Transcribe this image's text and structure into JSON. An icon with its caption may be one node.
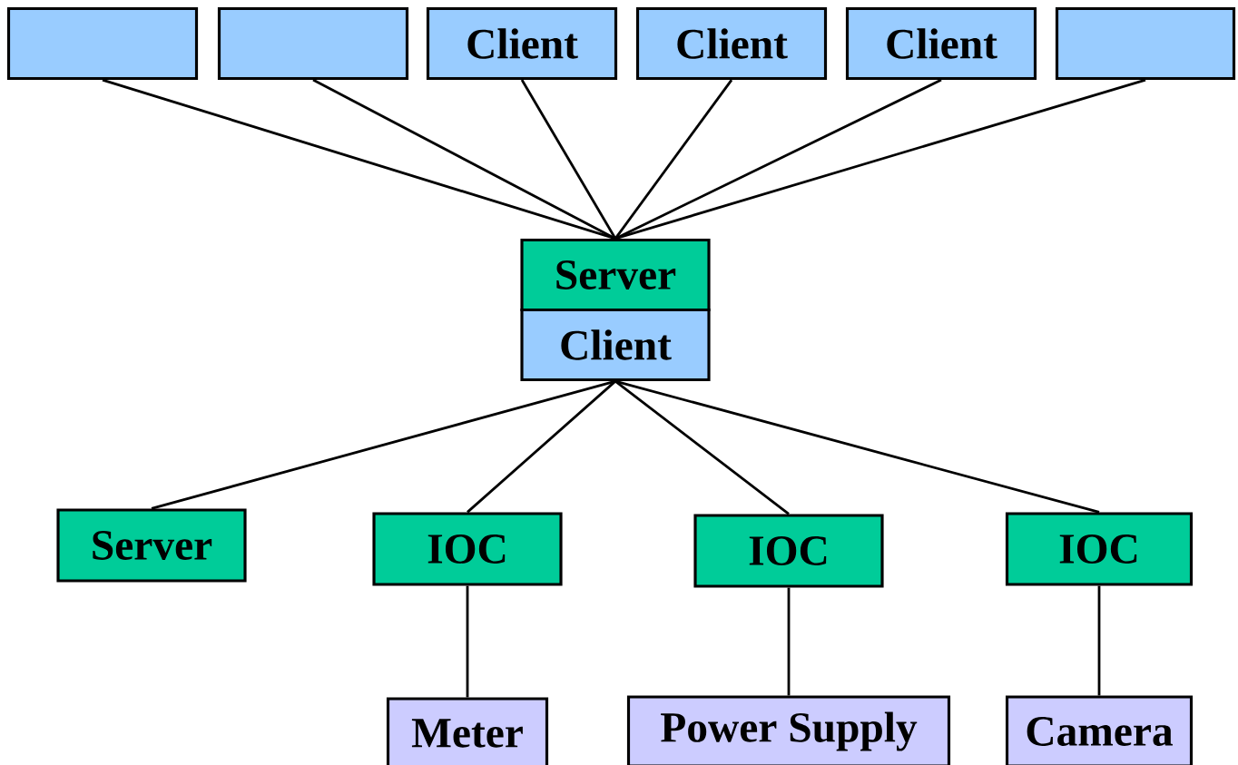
{
  "diagram": {
    "nodes": [
      {
        "text": [],
        "shape": "box"
      },
      {
        "text": [],
        "shape": "box"
      },
      {
        "text": [
          "Client"
        ]
      },
      {
        "text": [
          "Client"
        ]
      },
      {
        "text": [
          "Client"
        ]
      },
      {
        "text": [],
        "shape": "box"
      },
      {
        "text": [
          "Server"
        ]
      },
      {
        "text": [
          "Client"
        ]
      },
      {
        "text": [
          "Server"
        ]
      },
      {
        "text": [
          "IOC"
        ]
      },
      {
        "text": [
          "IOC"
        ]
      },
      {
        "text": [
          "IOC"
        ]
      },
      {
        "text": [
          "Meter"
        ]
      },
      {
        "text": [
          "Power Supply"
        ]
      },
      {
        "text": [
          "Camera"
        ]
      }
    ],
    "edges": [
      {
        "from": 0,
        "to": 6,
        "arrow": "none"
      },
      {
        "from": 1,
        "to": 6,
        "arrow": "none"
      },
      {
        "from": 2,
        "to": 6,
        "arrow": "none"
      },
      {
        "from": 3,
        "to": 6,
        "arrow": "none"
      },
      {
        "from": 4,
        "to": 6,
        "arrow": "none"
      },
      {
        "from": 5,
        "to": 6,
        "arrow": "none"
      },
      {
        "from": 7,
        "to": 8,
        "arrow": "none"
      },
      {
        "from": 7,
        "to": 9,
        "arrow": "none"
      },
      {
        "from": 7,
        "to": 10,
        "arrow": "none"
      },
      {
        "from": 7,
        "to": 11,
        "arrow": "none"
      },
      {
        "from": 9,
        "to": 12,
        "arrow": "none"
      },
      {
        "from": 10,
        "to": 13,
        "arrow": "none"
      },
      {
        "from": 11,
        "to": 14,
        "arrow": "none"
      }
    ]
  }
}
